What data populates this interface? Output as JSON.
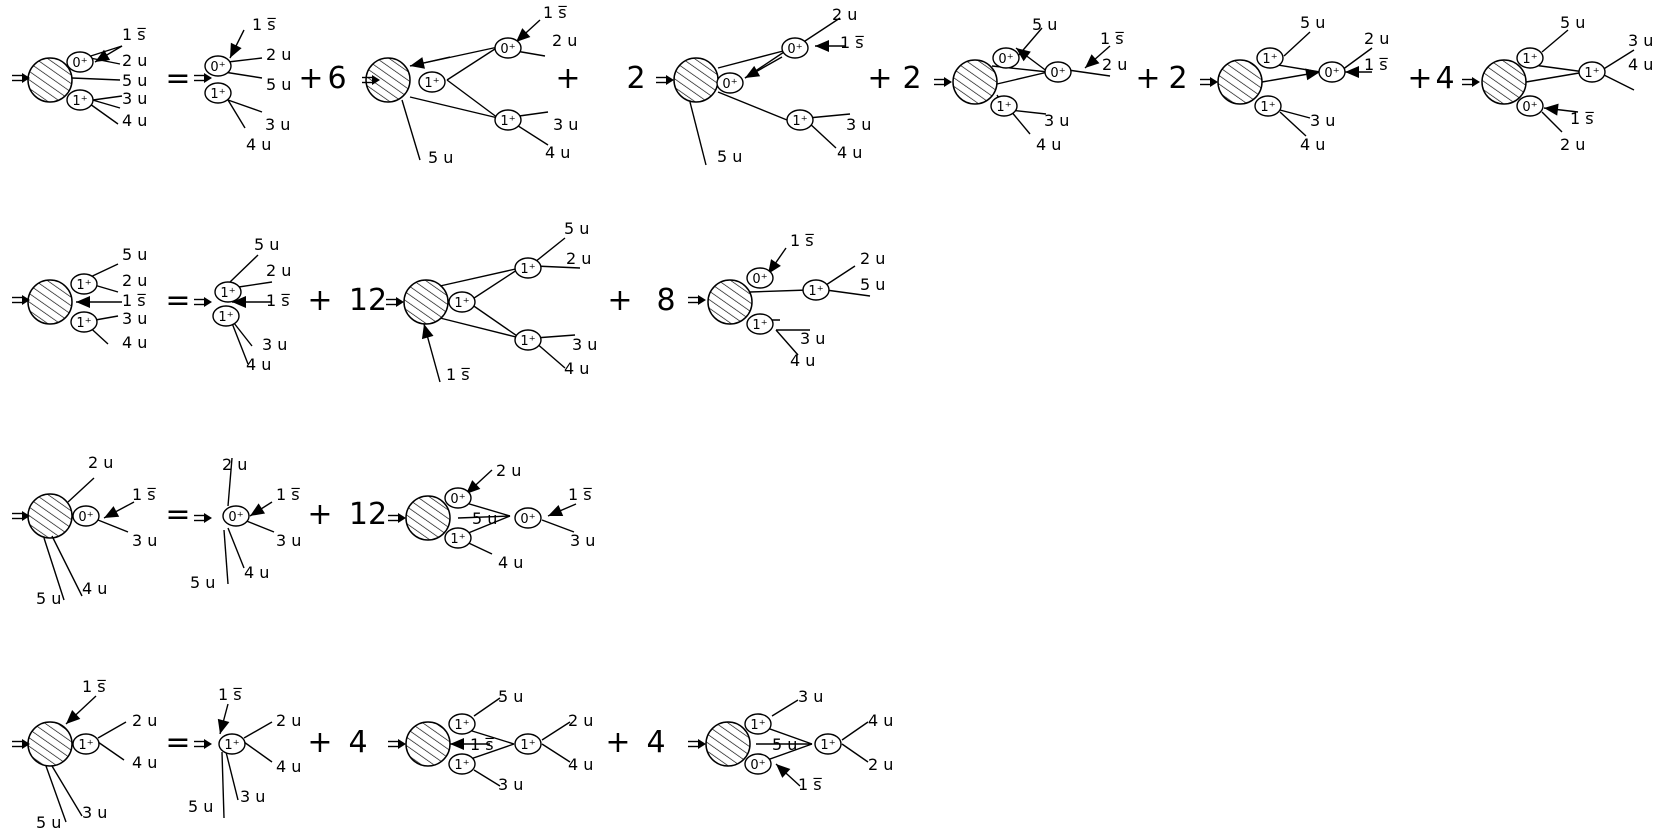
{
  "labels": {
    "q1s": "1 s̅",
    "q2u": "2 u",
    "q3u": "3 u",
    "q4u": "4 u",
    "q5u": "5 u",
    "d0": "0⁺",
    "d1": "1⁺"
  },
  "symbols": {
    "eq": "=",
    "plus": "+",
    "c2": "2",
    "c4": "4",
    "c6": "6",
    "c8": "8",
    "c12": "12"
  },
  "equations": [
    {
      "id": "eq1",
      "coefficients": [
        "6",
        "2",
        "2",
        "2",
        "4"
      ]
    },
    {
      "id": "eq2",
      "coefficients": [
        "12",
        "8"
      ]
    },
    {
      "id": "eq3",
      "coefficients": [
        "12"
      ]
    },
    {
      "id": "eq4",
      "coefficients": [
        "4",
        "4"
      ]
    }
  ]
}
